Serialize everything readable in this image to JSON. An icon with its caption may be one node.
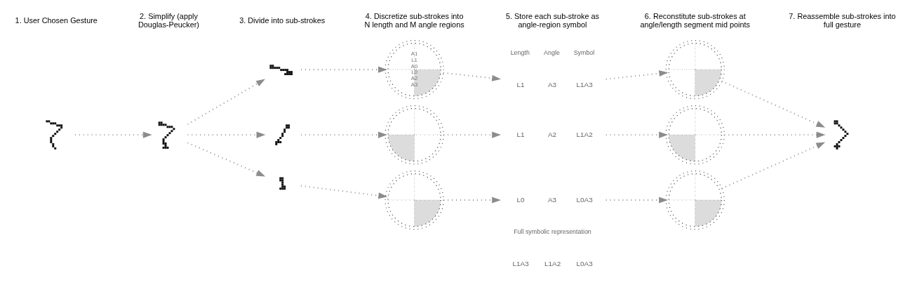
{
  "diagram": {
    "nodes": [
      {
        "text": [],
        "shape": "picture"
      },
      {
        "text": [],
        "shape": "picture"
      },
      {
        "text": [],
        "shape": "picture"
      },
      {
        "text": [],
        "shape": "picture"
      },
      {
        "text": [],
        "shape": "picture"
      },
      {
        "text": [
          "A1",
          "L1",
          "A0",
          "L0",
          "A2",
          "A3"
        ]
      },
      {
        "text": [],
        "shape": "circle"
      },
      {
        "text": [],
        "shape": "circle"
      },
      {
        "text": [
          "L1",
          "A3",
          "L1A3"
        ]
      },
      {
        "text": [
          "L1",
          "A2",
          "L1A2"
        ]
      },
      {
        "text": [
          "L0",
          "A3",
          "L0A3"
        ]
      },
      {
        "text": [],
        "shape": "circle"
      },
      {
        "text": [],
        "shape": "circle"
      },
      {
        "text": [],
        "shape": "circle"
      },
      {
        "text": [],
        "shape": "picture"
      }
    ],
    "edges": [
      {
        "from": 0,
        "to": 1,
        "arrow": "to",
        "style": "dashed"
      },
      {
        "from": 1,
        "to": 2,
        "arrow": "to",
        "style": "dashed"
      },
      {
        "from": 1,
        "to": 3,
        "arrow": "to",
        "style": "dashed"
      },
      {
        "from": 1,
        "to": 4,
        "arrow": "to",
        "style": "dashed"
      },
      {
        "from": 2,
        "to": 5,
        "arrow": "to",
        "style": "dashed"
      },
      {
        "from": 3,
        "to": 6,
        "arrow": "to",
        "style": "dashed"
      },
      {
        "from": 4,
        "to": 7,
        "arrow": "to",
        "style": "dashed"
      },
      {
        "from": 5,
        "to": 8,
        "arrow": "to",
        "style": "dashed"
      },
      {
        "from": 6,
        "to": 9,
        "arrow": "to",
        "style": "dashed"
      },
      {
        "from": 7,
        "to": 10,
        "arrow": "to",
        "style": "dashed"
      },
      {
        "from": 8,
        "to": 11,
        "arrow": "to",
        "style": "dashed"
      },
      {
        "from": 9,
        "to": 12,
        "arrow": "to",
        "style": "dashed"
      },
      {
        "from": 10,
        "to": 13,
        "arrow": "to",
        "style": "dashed"
      },
      {
        "from": 11,
        "to": 14,
        "arrow": "to",
        "style": "dashed"
      },
      {
        "from": 12,
        "to": 14,
        "arrow": "to",
        "style": "dashed"
      },
      {
        "from": 13,
        "to": 14,
        "arrow": "to",
        "style": "dashed"
      }
    ],
    "labels": [
      "1. User Chosen Gesture",
      "2. Simplify (apply Douglas-Peucker)",
      "3. Divide into sub-strokes",
      "4. Discretize sub-strokes into N length and M angle regions",
      "5. Store each sub-stroke as angle-region symbol",
      "6. Reconstitute sub-strokes at angle/length segment mid points",
      "7. Reassemble sub-strokes into full gesture",
      "Length",
      "Angle",
      "Symbol",
      "Full symbolic representation",
      "L1A3",
      "L1A2",
      "L0A3"
    ]
  }
}
